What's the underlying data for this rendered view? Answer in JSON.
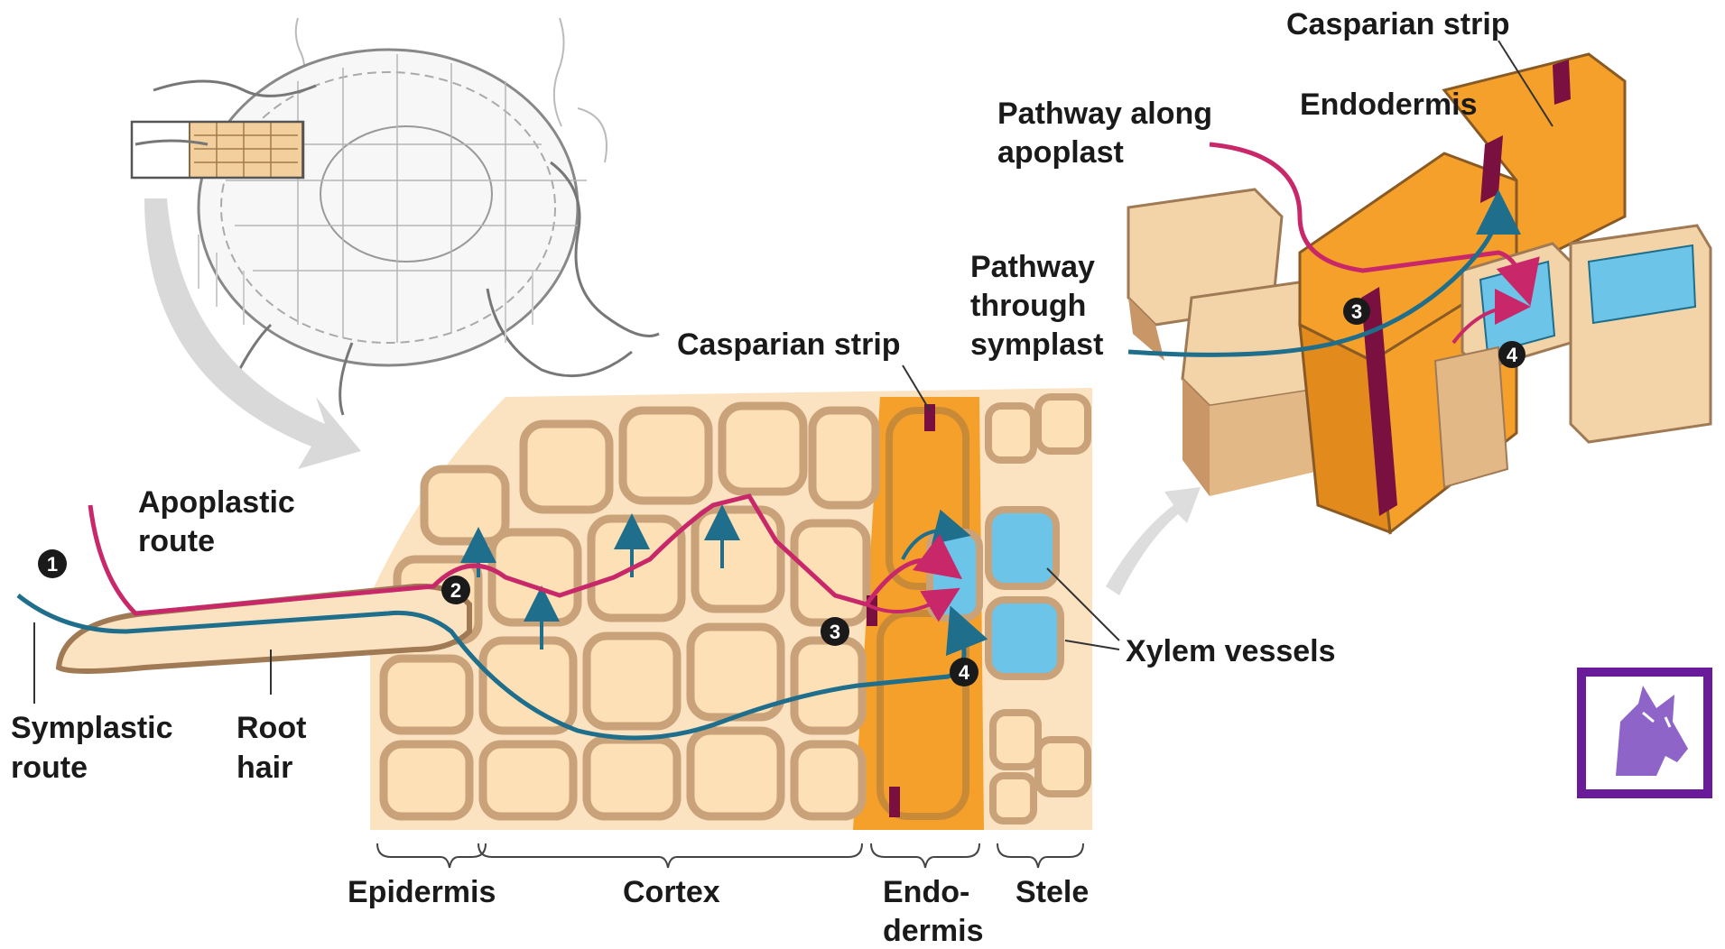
{
  "labels": {
    "casparian_strip_top": "Casparian strip",
    "endodermis_top": "Endodermis",
    "pathway_apoplast_1": "Pathway along",
    "pathway_apoplast_2": "apoplast",
    "pathway_symplast_1": "Pathway",
    "pathway_symplast_2": "through",
    "pathway_symplast_3": "symplast",
    "casparian_strip_mid": "Casparian strip",
    "apoplastic_route_1": "Apoplastic",
    "apoplastic_route_2": "route",
    "symplastic_route_1": "Symplastic",
    "symplastic_route_2": "route",
    "root_hair_1": "Root",
    "root_hair_2": "hair",
    "xylem_vessels": "Xylem vessels",
    "epidermis": "Epidermis",
    "cortex": "Cortex",
    "endodermis_1": "Endo-",
    "endodermis_2": "dermis",
    "stele": "Stele"
  },
  "markers": [
    "1",
    "2",
    "3",
    "4"
  ],
  "icons": {
    "logo": "husky-logo-icon"
  },
  "colors": {
    "apoplastic_route": "#c8286a",
    "symplastic_route": "#1e6e8c",
    "cell_wall": "#c9a27a",
    "cell_interior": "#fbdcb0",
    "endodermis": "#f5a02a",
    "casparian_strip": "#7a1040",
    "xylem": "#6cc4e8",
    "logo_frame": "#6a1b9a"
  }
}
